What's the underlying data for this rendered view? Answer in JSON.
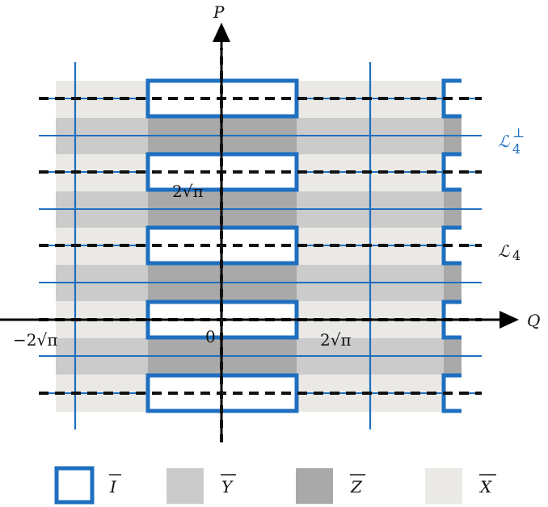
{
  "colors": {
    "blue": "#1e6fbf",
    "dash": "#111111",
    "axis": "#000000",
    "x_fill": "#eae9e5",
    "y_fill": "#cbcbcb",
    "z_fill": "#a9a9a9"
  },
  "axes": {
    "horizontal_label": "Q",
    "vertical_label": "P",
    "tick_neg": "−2√π",
    "tick_zero": "0",
    "tick_pos": "2√π",
    "tick_p": "2√π"
  },
  "lattice_labels": {
    "perp_base": "ℒ",
    "perp_sup": "⊥",
    "perp_sub": "4",
    "plain_base": "ℒ",
    "plain_sub": "4"
  },
  "legend": [
    {
      "key": "I",
      "fill": "box"
    },
    {
      "key": "Y",
      "fill": "y_fill"
    },
    {
      "key": "Z",
      "fill": "z_fill"
    },
    {
      "key": "X",
      "fill": "x_fill"
    }
  ]
}
